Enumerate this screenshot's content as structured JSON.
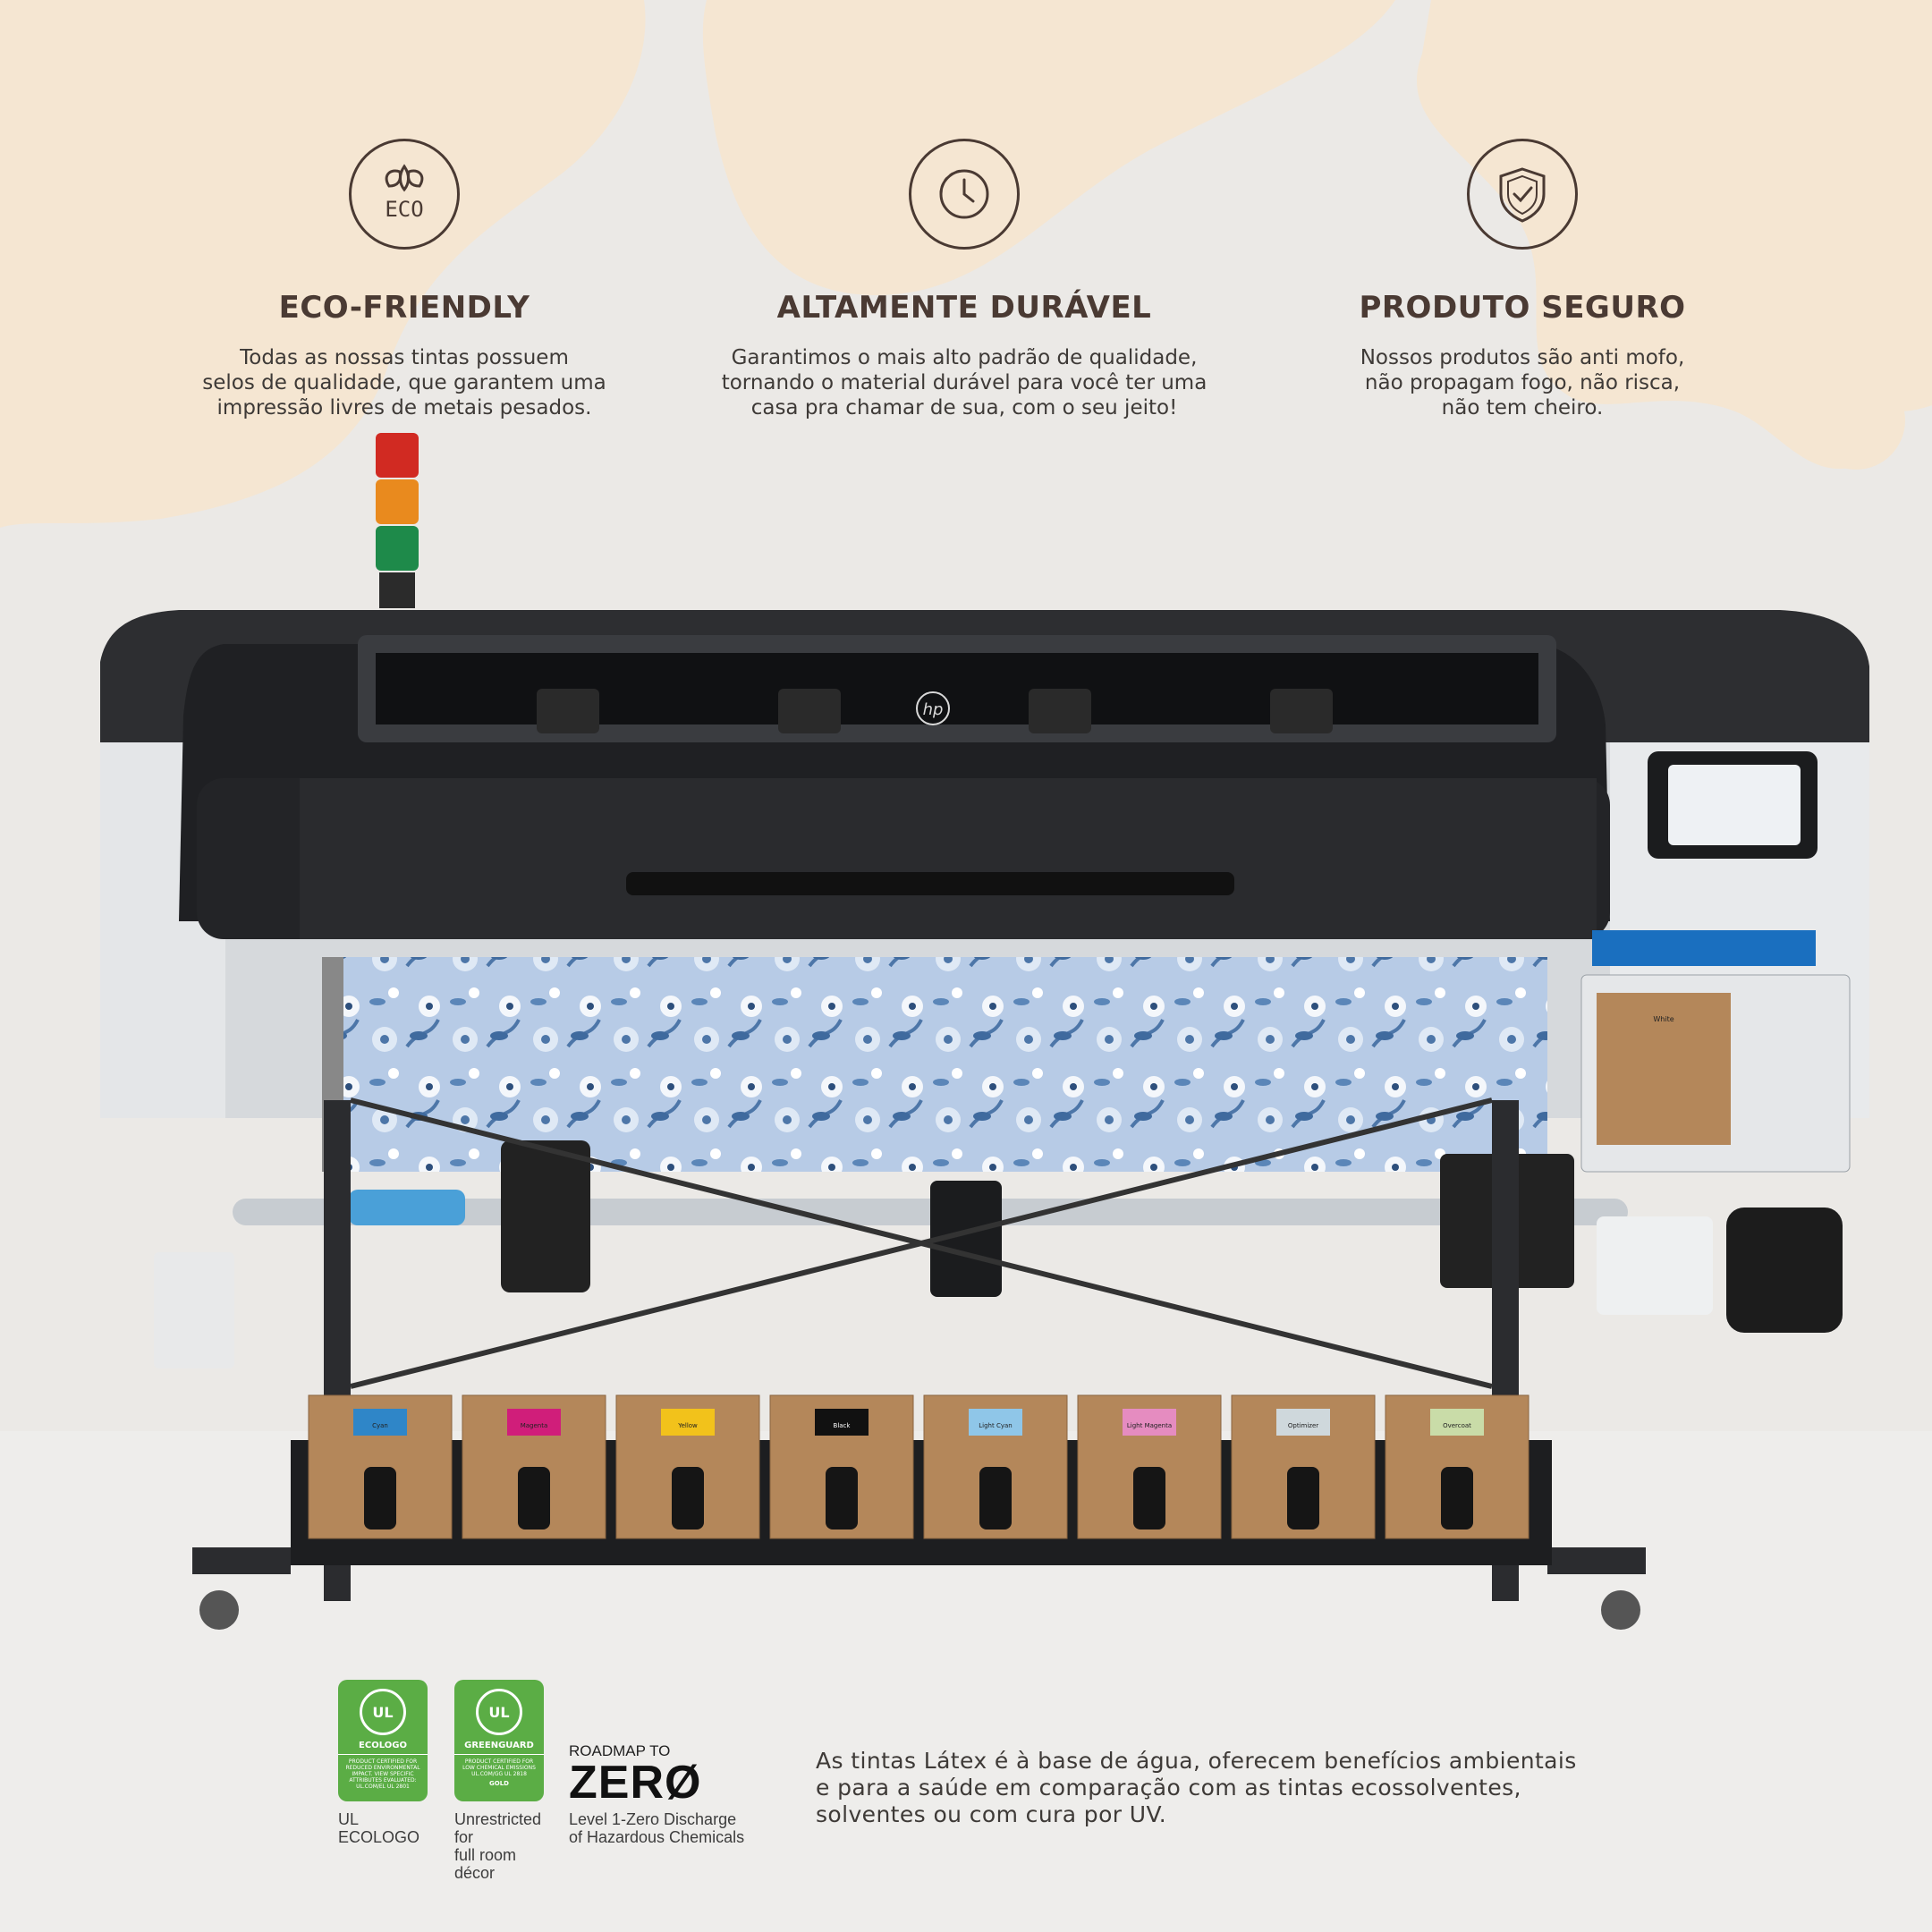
{
  "features": [
    {
      "icon": "eco-leaf-icon",
      "icon_text": "ECO",
      "title": "ECO-FRIENDLY",
      "body": [
        "Todas as nossas tintas possuem",
        "selos de qualidade,  que garantem uma",
        "impressão livres de metais pesados."
      ]
    },
    {
      "icon": "clock-icon",
      "title": "ALTAMENTE DURÁVEL",
      "body": [
        "Garantimos o mais alto padrão de qualidade,",
        "tornando o material durável para você ter uma",
        "casa pra chamar de sua, com o seu jeito!"
      ]
    },
    {
      "icon": "shield-check-icon",
      "title": "PRODUTO SEGURO",
      "body": [
        "Nossos produtos são anti mofo,",
        "não propagam fogo, não risca,",
        "não tem cheiro."
      ]
    }
  ],
  "printer": {
    "brand_logo": "hp",
    "cartridges": [
      "Cyan",
      "Magenta",
      "Yellow",
      "Black",
      "Light Cyan",
      "Light Magenta",
      "Optimizer",
      "Overcoat"
    ],
    "cartridge_colors": [
      "#2f86c8",
      "#d01e7a",
      "#f2c21b",
      "#111111",
      "#8fc6e8",
      "#e58cc0",
      "#cfd8dc",
      "#c9dca8"
    ],
    "side_cartridge": "White"
  },
  "badges": [
    {
      "ul": "UL",
      "name": "ECOLOGO",
      "small": "PRODUCT CERTIFIED FOR REDUCED ENVIRONMENTAL IMPACT. VIEW SPECIFIC ATTRIBUTES EVALUATED: UL.COM/EL UL 2801",
      "caption": [
        "UL ECOLOGO"
      ]
    },
    {
      "ul": "UL",
      "name": "GREENGUARD",
      "small": "PRODUCT CERTIFIED FOR LOW CHEMICAL EMISSIONS UL.COM/GG UL 2818",
      "tier": "GOLD",
      "caption": [
        "Unrestricted for",
        "full room décor"
      ]
    }
  ],
  "roadmap": {
    "top": "ROADMAP TO",
    "word": "ZERØ",
    "caption": [
      "Level 1-Zero Discharge",
      "of Hazardous Chemicals"
    ]
  },
  "footer": [
    "As tintas Látex é à base de água, oferecem benefícios ambientais",
    "e para a saúde em comparação com as tintas ecossolventes,",
    "solventes ou com cura por UV."
  ],
  "colors": {
    "brand_brown": "#4a3a33",
    "cream": "#f5e6d2",
    "background": "#ebe9e6",
    "badge_green": "#5bad45"
  }
}
